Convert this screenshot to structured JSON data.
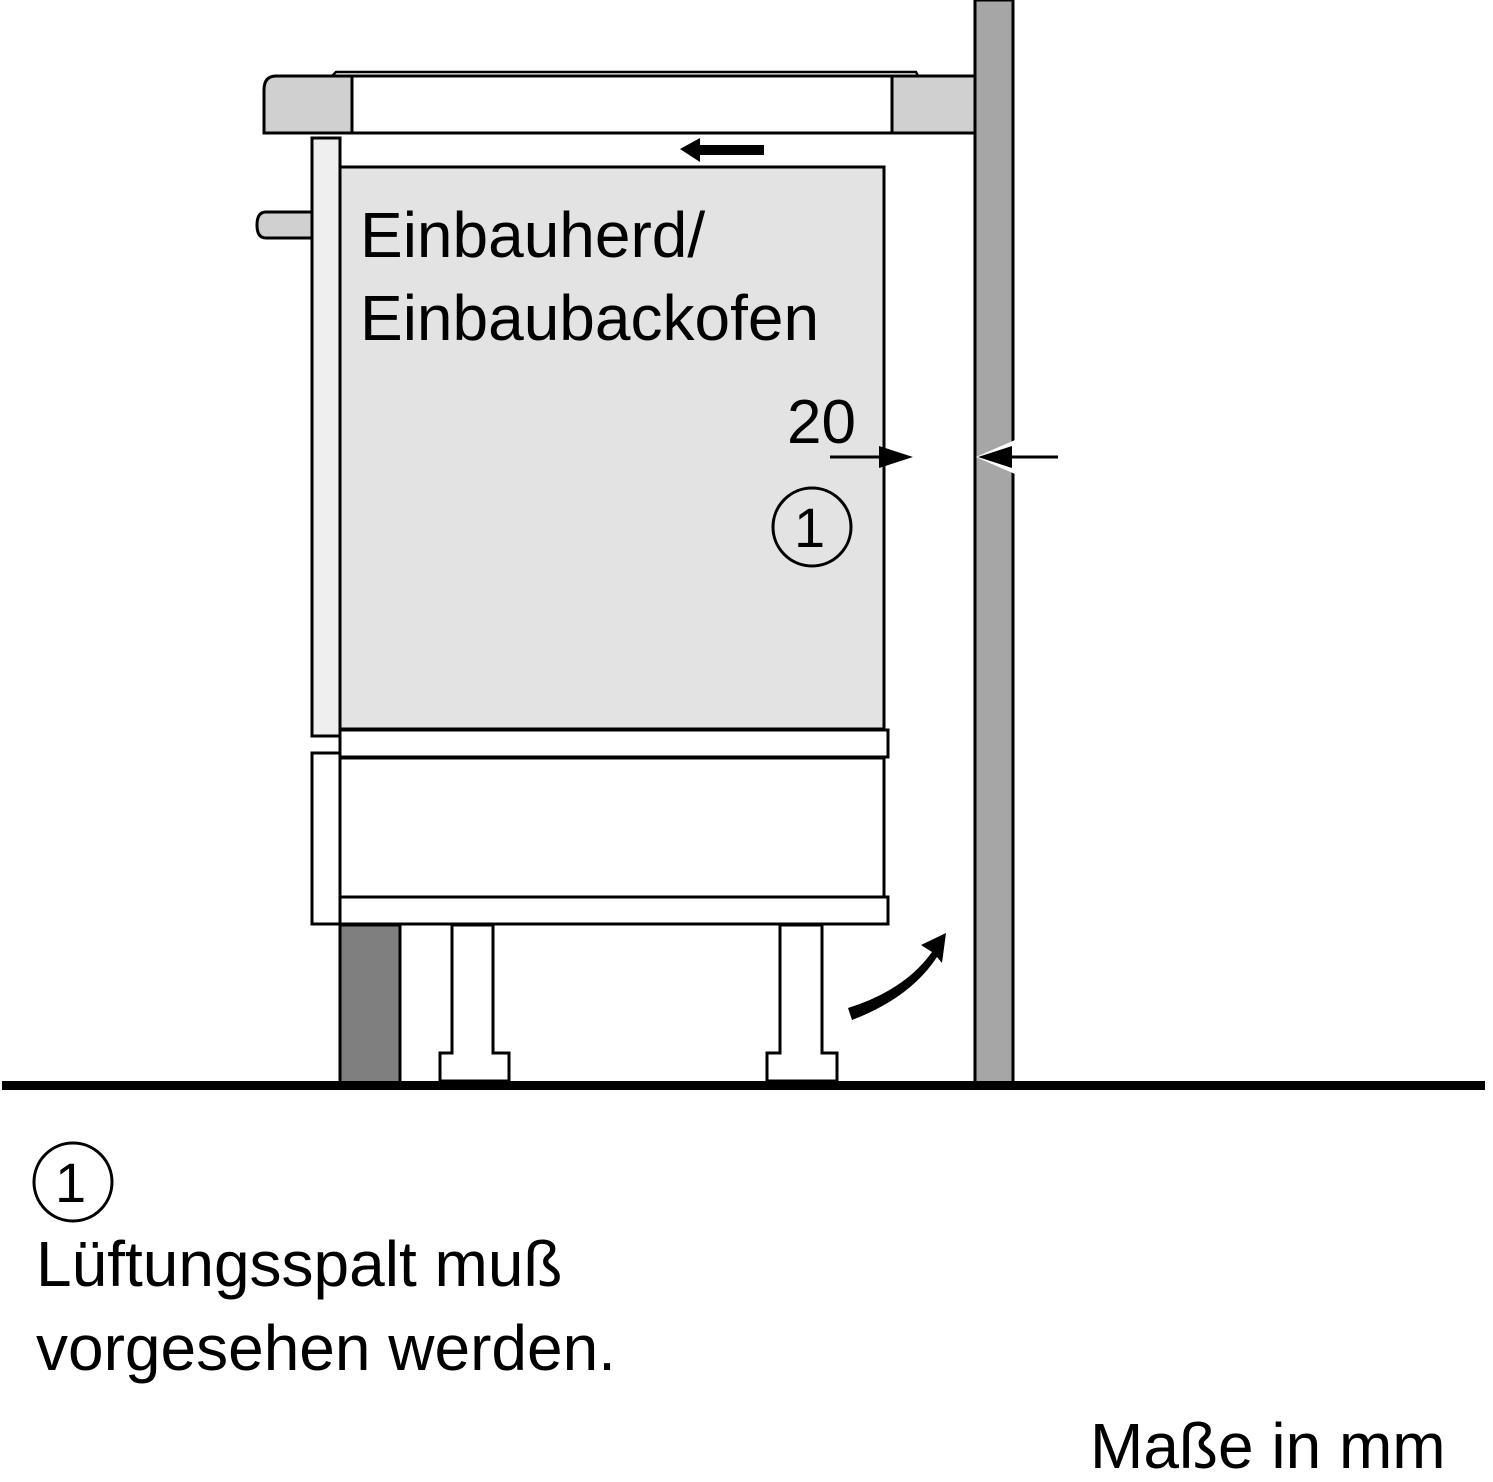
{
  "diagram": {
    "appliance_label_line1": "Einbauherd/",
    "appliance_label_line2": "Einbaubackofen",
    "dimension_value": "20",
    "callout_marker": "1",
    "legend": {
      "marker": "1",
      "text_line1": "Lüftungsspalt muß",
      "text_line2": "vorgesehen werden."
    },
    "units_note": "Maße in mm"
  },
  "colors": {
    "oven_fill": "#e3e3e3",
    "wall_fill": "#a6a6a6",
    "plinth_fill": "#7f7f7f",
    "worktop_fill": "#d0d0d0",
    "line": "#000000"
  }
}
